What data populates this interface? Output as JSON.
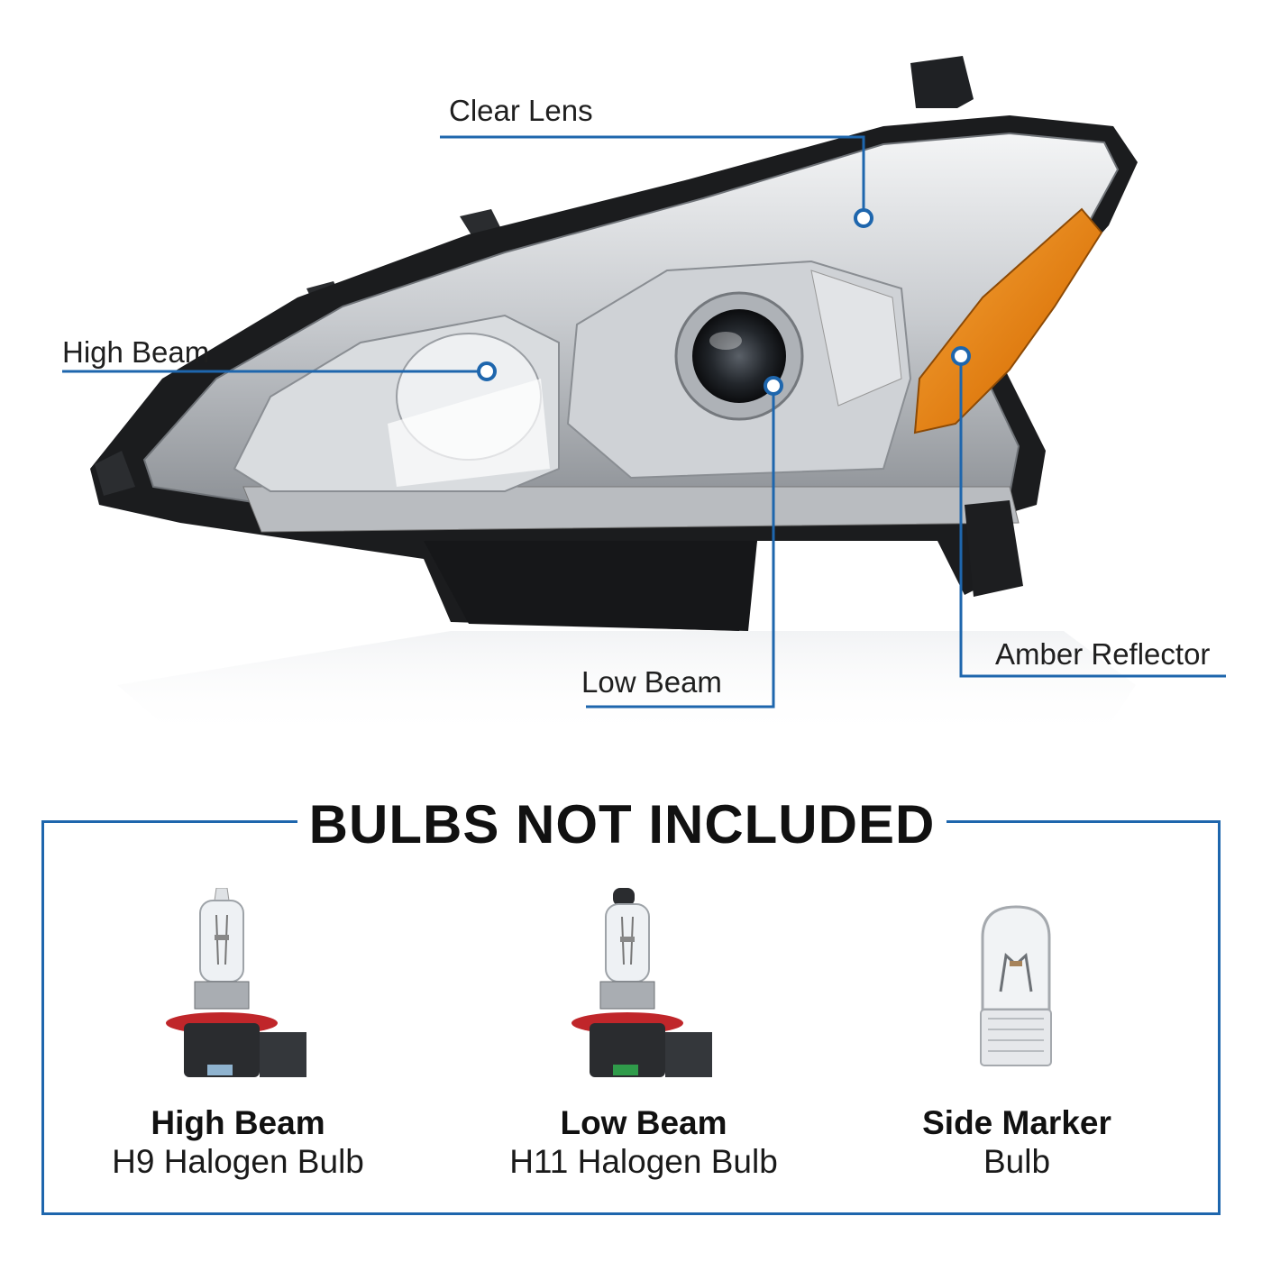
{
  "callouts": {
    "clear_lens": "Clear Lens",
    "high_beam": "High Beam",
    "low_beam": "Low Beam",
    "amber_reflector": "Amber Reflector"
  },
  "bulbs_section": {
    "title": "BULBS NOT INCLUDED",
    "bulbs": [
      {
        "title": "High Beam",
        "subtitle": "H9 Halogen Bulb",
        "icon": "h9-halogen-bulb-icon"
      },
      {
        "title": "Low Beam",
        "subtitle": "H11 Halogen Bulb",
        "icon": "h11-halogen-bulb-icon"
      },
      {
        "title": "Side Marker",
        "subtitle": "Bulb",
        "icon": "wedge-bulb-icon"
      }
    ]
  },
  "colors": {
    "accent_blue": "#1e66ad",
    "amber": "#e8891c",
    "chrome": "#c9ccd0",
    "housing": "#1c1c1c"
  }
}
